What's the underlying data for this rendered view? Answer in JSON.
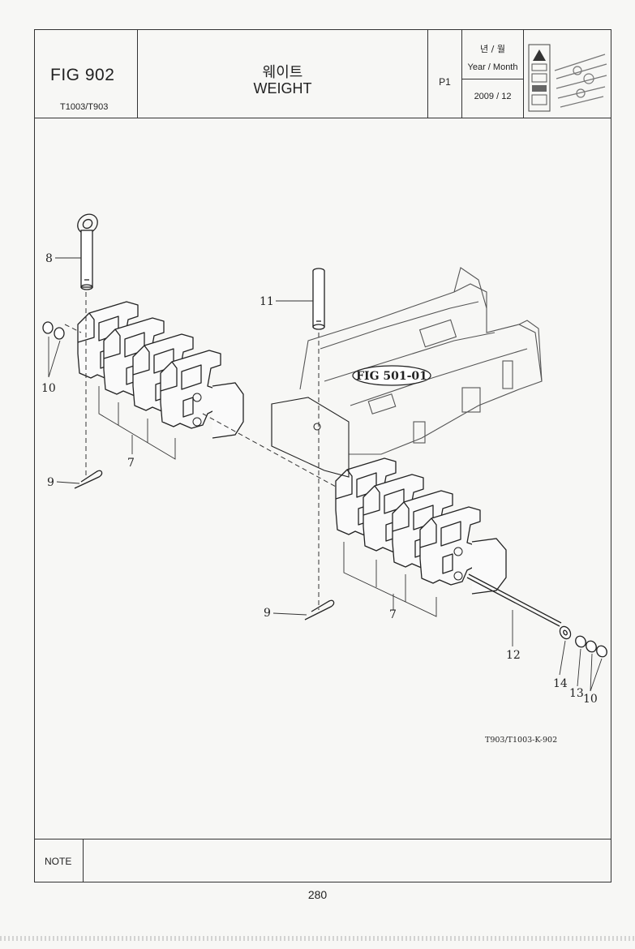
{
  "header": {
    "fig_label": "FIG 902",
    "model": "T1003/T903",
    "title_korean": "웨이트",
    "title_english": "WEIGHT",
    "page": "P1",
    "year_month_korean": "년 / 월",
    "year_month_english": "Year / Month",
    "date": "2009 / 12"
  },
  "diagram": {
    "callouts": [
      "8",
      "11",
      "10",
      "7",
      "9",
      "9",
      "7",
      "12",
      "14",
      "13",
      "10"
    ],
    "figure_reference": "FIG 501-01",
    "drawing_code": "T903/T1003-K-902"
  },
  "note": {
    "label": "NOTE",
    "text": ""
  },
  "footer": {
    "page_number": "280"
  }
}
